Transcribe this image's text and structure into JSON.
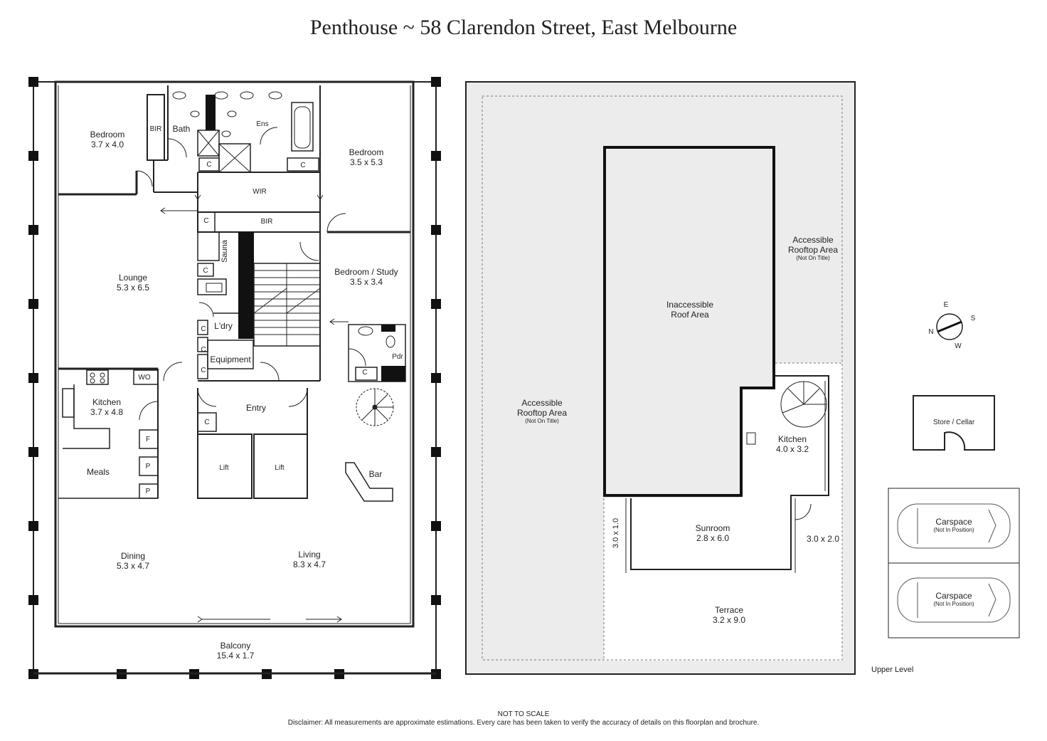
{
  "title": "Penthouse ~ 58 Clarendon Street, East Melbourne",
  "rooms": {
    "bedroom1": {
      "name": "Bedroom",
      "dim": "3.7 x 4.0"
    },
    "bir1": {
      "name": "BIR"
    },
    "bath": {
      "name": "Bath"
    },
    "ens": {
      "name": "Ens"
    },
    "bedroom2": {
      "name": "Bedroom",
      "dim": "3.5 x 5.3"
    },
    "wir": {
      "name": "WIR"
    },
    "bir2": {
      "name": "BIR"
    },
    "lounge": {
      "name": "Lounge",
      "dim": "5.3 x 6.5"
    },
    "sauna": {
      "name": "Sauna"
    },
    "bedroom_study": {
      "name": "Bedroom / Study",
      "dim": "3.5 x 3.4"
    },
    "ldry": {
      "name": "L'dry"
    },
    "equipment": {
      "name": "Equipment"
    },
    "pdr": {
      "name": "Pdr"
    },
    "kitchen": {
      "name": "Kitchen",
      "dim": "3.7 x 4.8"
    },
    "wo": {
      "name": "WO"
    },
    "entry": {
      "name": "Entry"
    },
    "lift1": {
      "name": "Lift"
    },
    "lift2": {
      "name": "Lift"
    },
    "meals": {
      "name": "Meals"
    },
    "bar": {
      "name": "Bar"
    },
    "f": {
      "name": "F"
    },
    "p1": {
      "name": "P"
    },
    "p2": {
      "name": "P"
    },
    "dining": {
      "name": "Dining",
      "dim": "5.3 x 4.7"
    },
    "living": {
      "name": "Living",
      "dim": "8.3 x 4.7"
    },
    "balcony": {
      "name": "Balcony",
      "dim": "15.4 x 1.7"
    },
    "cupboard": "C"
  },
  "upper": {
    "rooftop_left": {
      "name": "Accessible",
      "name2": "Rooftop Area",
      "note": "(Not On Title)"
    },
    "rooftop_right": {
      "name": "Accessible",
      "name2": "Rooftop Area",
      "note": "(Not On Title)"
    },
    "inaccessible": {
      "name": "Inaccessible",
      "name2": "Roof Area"
    },
    "kitchen": {
      "name": "Kitchen",
      "dim": "4.0 x 3.2"
    },
    "sunroom": {
      "name": "Sunroom",
      "dim": "2.8 x 6.0"
    },
    "terrace": {
      "name": "Terrace",
      "dim": "3.2 x 9.0"
    },
    "dim_left": "3.0 x 1.0",
    "dim_right": "3.0 x 2.0",
    "label": "Upper Level"
  },
  "compass": {
    "n": "N",
    "e": "E",
    "s": "S",
    "w": "W"
  },
  "store": "Store / Cellar",
  "carspace1": {
    "name": "Carspace",
    "note": "(Not In Position)"
  },
  "carspace2": {
    "name": "Carspace",
    "note": "(Not In Position)"
  },
  "footer": {
    "scale": "NOT TO SCALE",
    "disclaimer": "Disclaimer: All measurements are approximate estimations. Every care has been taken to verify the accuracy of details on this floorplan and brochure."
  },
  "colors": {
    "wall": "#111111",
    "roof_fill": "#ececec",
    "line": "#333333"
  }
}
